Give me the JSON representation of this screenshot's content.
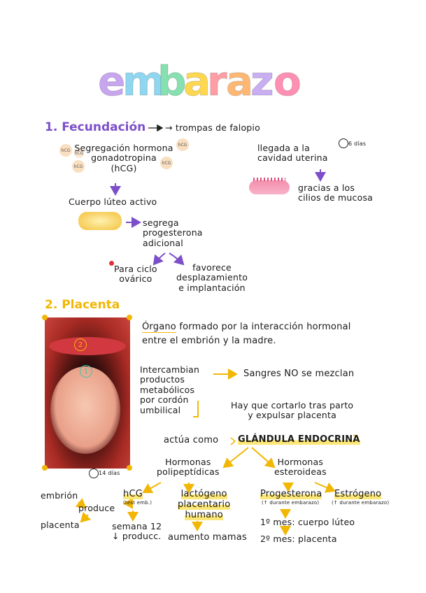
{
  "title_letters": [
    "e",
    "m",
    "b",
    "a",
    "r",
    "a",
    "z",
    "o"
  ],
  "colors": {
    "purple": "#7c4fc9",
    "yellow": "#f2b705",
    "pink": "#f07aa8",
    "title": [
      "#c7a6ef",
      "#8fd6f0",
      "#86e0b0",
      "#ffd84f",
      "#ff9ea4",
      "#ffb874",
      "#c9aef2",
      "#ff8fb3"
    ]
  },
  "section1": {
    "heading": "1. Fecundación",
    "arrow_text": "→ trompas de falopio",
    "hormone": [
      "Segregación hormona",
      "gonadotropina",
      "(hCG)"
    ],
    "corpus": "Cuerpo lúteo activo",
    "progesterone": [
      "segrega",
      "progesterona",
      "adicional"
    ],
    "cycle": [
      "Para ciclo",
      "ovárico"
    ],
    "favors": [
      "favorece",
      "desplazamiento",
      "e implantación"
    ],
    "arrival": [
      "llegada a la",
      "cavidad uterina"
    ],
    "days": "6 días",
    "thanks": [
      "gracias a los",
      "cilios de mucosa"
    ]
  },
  "section2": {
    "heading": "2. Placenta",
    "organ_word": "Órgano",
    "organ_rest": "formado por la interacción hormonal",
    "organ_line2": "entre el embrión y la madre.",
    "exchange": [
      "Intercambian",
      "productos",
      "metabólicos",
      "por cordón",
      "umbilical"
    ],
    "blood": "Sangres NO se mezclan",
    "cut": [
      "Hay que cortarlo tras parto",
      "y expulsar placenta"
    ],
    "days14": "14 días",
    "marker1": "1",
    "marker2": "2",
    "acts": "actúa como",
    "gland": "GLÁNDULA ENDOCRINA",
    "poly": [
      "Hormonas",
      "polipeptídicas"
    ],
    "steroid": [
      "Hormonas",
      "esteroideas"
    ],
    "hcg": "hCG",
    "hcg_note": "(test emb.)",
    "embryo": "embrión",
    "produce": "produce",
    "placenta": "placenta",
    "week": [
      "semana 12",
      "↓ producc."
    ],
    "lacto": [
      "lactógeno",
      "placentario",
      "humano"
    ],
    "breast": "aumento mamas",
    "proges": "Progesterona",
    "proges_note": "(↑ durante embarazo)",
    "estro": "Estrógeno",
    "estro_note": "(↑ durante embarazo)",
    "month1": "1º mes: cuerpo lúteo",
    "month2": "2º mes: placenta"
  },
  "badges": [
    "hCG",
    "hCG",
    "hCG",
    "hCG",
    "hCG"
  ]
}
